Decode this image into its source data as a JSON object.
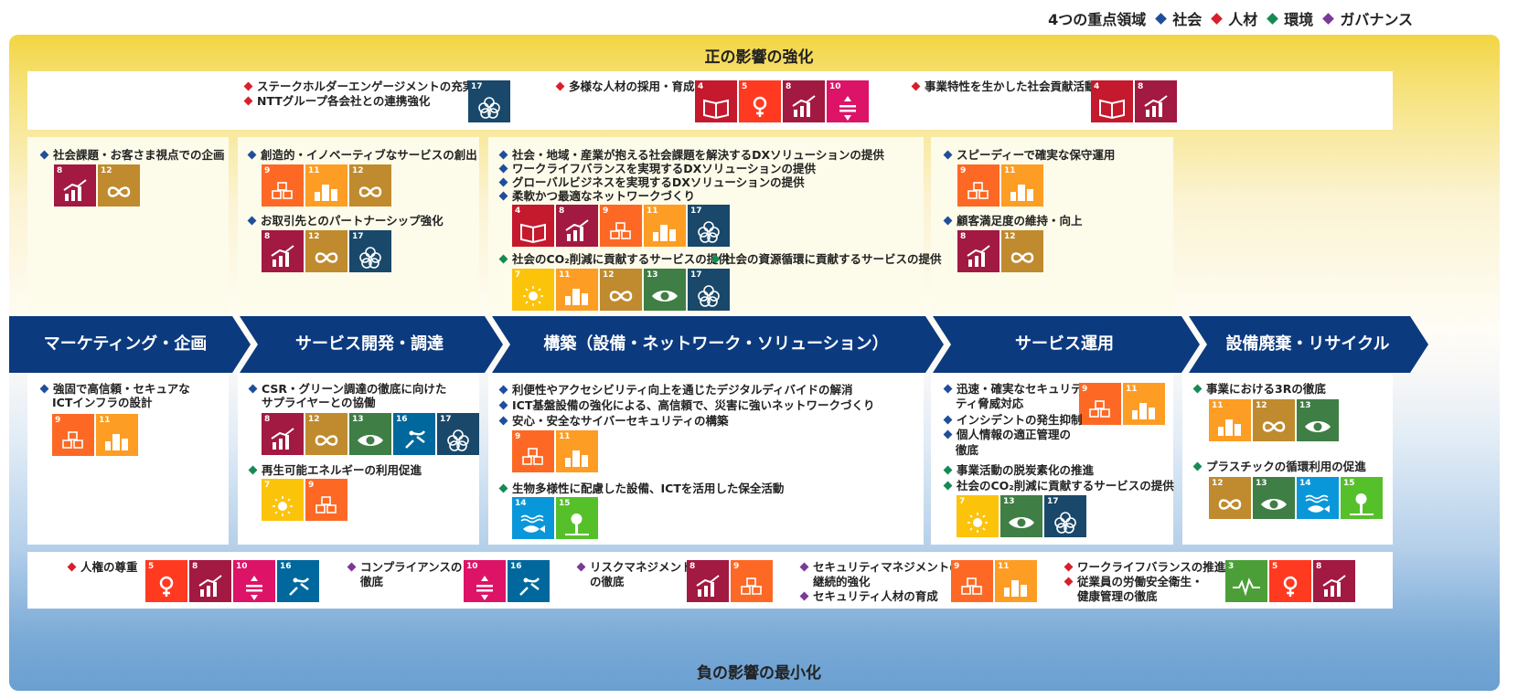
{
  "legend": {
    "title": "4つの重点領域",
    "items": [
      {
        "label": "社会",
        "color": "#1f4e9c"
      },
      {
        "label": "人材",
        "color": "#d7202c"
      },
      {
        "label": "環境",
        "color": "#168a55"
      },
      {
        "label": "ガバナンス",
        "color": "#7b3a96"
      }
    ]
  },
  "top_title": "正の影響の強化",
  "bottom_title": "負の影響の最小化",
  "stages": [
    "マーケティング・企画",
    "サービス開発・調達",
    "構築（設備・ネットワーク・ソリューション）",
    "サービス運用",
    "設備廃棄・リサイクル"
  ],
  "top_row": {
    "a1": "ステークホルダーエンゲージメントの充実",
    "a2": "NTTグループ各会社との連携強化",
    "b1": "多様な人材の採用・育成",
    "c1": "事業特性を生かした社会貢献活動"
  },
  "pos": {
    "mk1": "社会課題・お客さま視点での企画",
    "sd1": "創造的・イノベーティブなサービスの創出",
    "sd2": "お取引先とのパートナーシップ強化",
    "bl1": "社会・地域・産業が抱える社会課題を解決するDXソリューションの提供",
    "bl2": "ワークライフバランスを実現するDXソリューションの提供",
    "bl3": "グローバルビジネスを実現するDXソリューションの提供",
    "bl4": "柔軟かつ最適なネットワークづくり",
    "bl5": "社会のCO₂削減に貢献するサービスの提供",
    "bl6": "社会の資源循環に貢献するサービスの提供",
    "op1": "スピーディーで確実な保守運用",
    "op2": "顧客満足度の維持・向上"
  },
  "neg": {
    "mk1a": "強固で高信頼・セキュアな",
    "mk1b": "ICTインフラの設計",
    "sd1a": "CSR・グリーン調達の徹底に向けた",
    "sd1b": "サプライヤーとの協働",
    "sd2": "再生可能エネルギーの利用促進",
    "bl1": "利便性やアクセシビリティ向上を通じたデジタルディバイドの解消",
    "bl2": "ICT基盤設備の強化による、高信頼で、災害に強いネットワークづくり",
    "bl3": "安心・安全なサイバーセキュリティの構築",
    "bl4": "生物多様性に配慮した設備、ICTを活用した保全活動",
    "op1a": "迅速・確実なセキュリティ",
    "op1b": "ティ脅威対応",
    "op2": "インシデントの発生抑制",
    "op3a": "個人情報の適正管理の",
    "op3b": "徹底",
    "op4": "事業活動の脱炭素化の推進",
    "op5": "社会のCO₂削減に貢献するサービスの提供",
    "rc1": "事業における3Rの徹底",
    "rc2": "プラスチックの循環利用の促進"
  },
  "gov_row": {
    "g1": "人権の尊重",
    "g2a": "コンプライアンスの",
    "g2b": "徹底",
    "g3a": "リスクマネジメント",
    "g3b": "の徹底",
    "g4a": "セキュリティマネジメントの",
    "g4b": "継続的強化",
    "g4c": "セキュリティ人材の育成",
    "g5a": "ワークライフバランスの推進",
    "g5b": "従業員の労働安全衛生・",
    "g5c": "健康管理の徹底"
  },
  "sdg_colors": {
    "3": "#4c9f38",
    "4": "#c5192d",
    "5": "#ff3a21",
    "7": "#fcc30b",
    "8": "#a21942",
    "9": "#fd6925",
    "10": "#dd1367",
    "11": "#fd9d24",
    "12": "#bf8b2e",
    "13": "#3f7e44",
    "14": "#0a97d9",
    "15": "#56c02b",
    "16": "#00689d",
    "17": "#19486a"
  },
  "sdg_rows": {
    "t1": [
      17
    ],
    "t2": [
      4,
      5,
      8,
      10
    ],
    "t3": [
      4,
      8
    ],
    "p_mk": [
      8,
      12
    ],
    "p_sd1": [
      9,
      11,
      12
    ],
    "p_sd2": [
      8,
      12,
      17
    ],
    "p_bl1": [
      4,
      8,
      9,
      11,
      17
    ],
    "p_bl2": [
      7,
      11,
      12,
      13,
      17
    ],
    "p_op1": [
      9,
      11
    ],
    "p_op2": [
      8,
      12
    ],
    "n_mk": [
      9,
      11
    ],
    "n_sd1": [
      8,
      12,
      13,
      16,
      17
    ],
    "n_sd2": [
      7,
      9
    ],
    "n_bl1": [
      9,
      11
    ],
    "n_bl2": [
      14,
      15
    ],
    "n_op1": [
      9,
      11
    ],
    "n_op2": [
      7,
      13,
      17
    ],
    "n_rc1": [
      11,
      12,
      13
    ],
    "n_rc2": [
      12,
      13,
      14,
      15
    ],
    "g1": [
      5,
      8,
      10,
      16
    ],
    "g2": [
      10,
      16
    ],
    "g3": [
      8,
      9
    ],
    "g4": [
      9,
      11
    ],
    "g5": [
      3,
      5,
      8
    ]
  }
}
